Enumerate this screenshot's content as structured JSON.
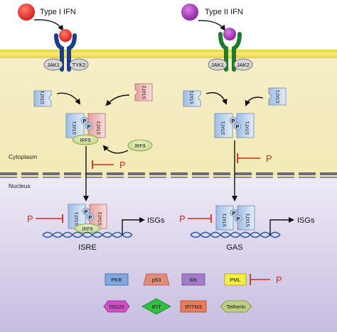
{
  "ligands": {
    "type1_label": "Type I IFN",
    "type2_label": "Type II IFN",
    "type1_color": "#e8241c",
    "type2_color": "#a21db8"
  },
  "receptors": {
    "left_jak": "JAK1",
    "left_tyk": "TYK2",
    "right_jak1": "JAK1",
    "right_jak2": "JAK2",
    "left_color": "#1a3d8f",
    "right_color": "#1f7a2c"
  },
  "compartments": {
    "cytoplasm_label": "Cytoplasm",
    "nucleus_label": "Nucleus"
  },
  "proteins": {
    "stat1": "STAT1",
    "stat2": "STAT2",
    "irf9": "IRF9",
    "phospho": "P"
  },
  "inhibition": {
    "p_label": "P",
    "color": "#d8281e"
  },
  "promoters": {
    "isre": "ISRE",
    "gas": "GAS",
    "isgs": "ISGs"
  },
  "isg_products": [
    {
      "label": "PKR",
      "color": "#7fa7e0",
      "shape": "rect"
    },
    {
      "label": "p53",
      "color": "#e28c78",
      "shape": "trapezoid"
    },
    {
      "label": "Mx",
      "color": "#a37cc9",
      "shape": "rect"
    },
    {
      "label": "PML",
      "color": "#f5ef3a",
      "shape": "rect"
    },
    {
      "label": "ISG20",
      "color": "#cf4fc4",
      "shape": "hexagon"
    },
    {
      "label": "IFIT",
      "color": "#2fc041",
      "shape": "diamond"
    },
    {
      "label": "IFITM3",
      "color": "#e97a5a",
      "shape": "rect"
    },
    {
      "label": "Tetherin",
      "color": "#bdcf82",
      "shape": "hexagon"
    }
  ]
}
